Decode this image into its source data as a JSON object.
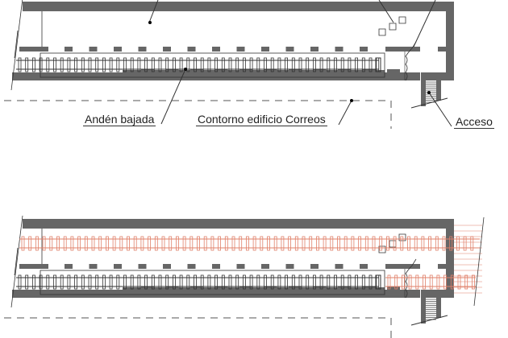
{
  "labels": {
    "platform_down": "Andén bajada",
    "post_building_outline": "Contorno edificio Correos",
    "access": "Acceso"
  },
  "colors": {
    "wall": "#666666",
    "line": "#333333",
    "new_track": "#e0806a"
  }
}
